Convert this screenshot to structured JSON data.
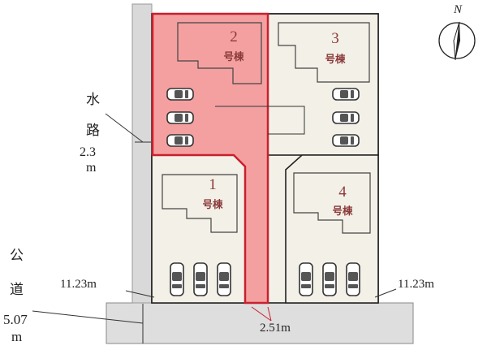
{
  "map": {
    "north_label": "N",
    "waterway": {
      "char1": "水",
      "char2": "路",
      "width_value": "2.3",
      "width_unit": "m"
    },
    "public_road": {
      "char1": "公",
      "char2": "道",
      "width_value": "5.07",
      "width_unit": "m"
    },
    "lots": [
      {
        "number": "2",
        "word": "号棟",
        "highlighted": true
      },
      {
        "number": "3",
        "word": "号棟",
        "highlighted": false
      },
      {
        "number": "1",
        "word": "号棟",
        "highlighted": false
      },
      {
        "number": "4",
        "word": "号棟",
        "highlighted": false
      }
    ],
    "dimensions": {
      "left_frontage": "11.23m",
      "right_frontage": "11.23m",
      "passage_width": "2.51m"
    },
    "colors": {
      "highlight_fill": "#f4a0a0",
      "highlight_border": "#c8202e",
      "lot_fill": "#f3f0e7",
      "road_fill": "#dedede",
      "waterway_fill": "#d9d9d9"
    }
  }
}
